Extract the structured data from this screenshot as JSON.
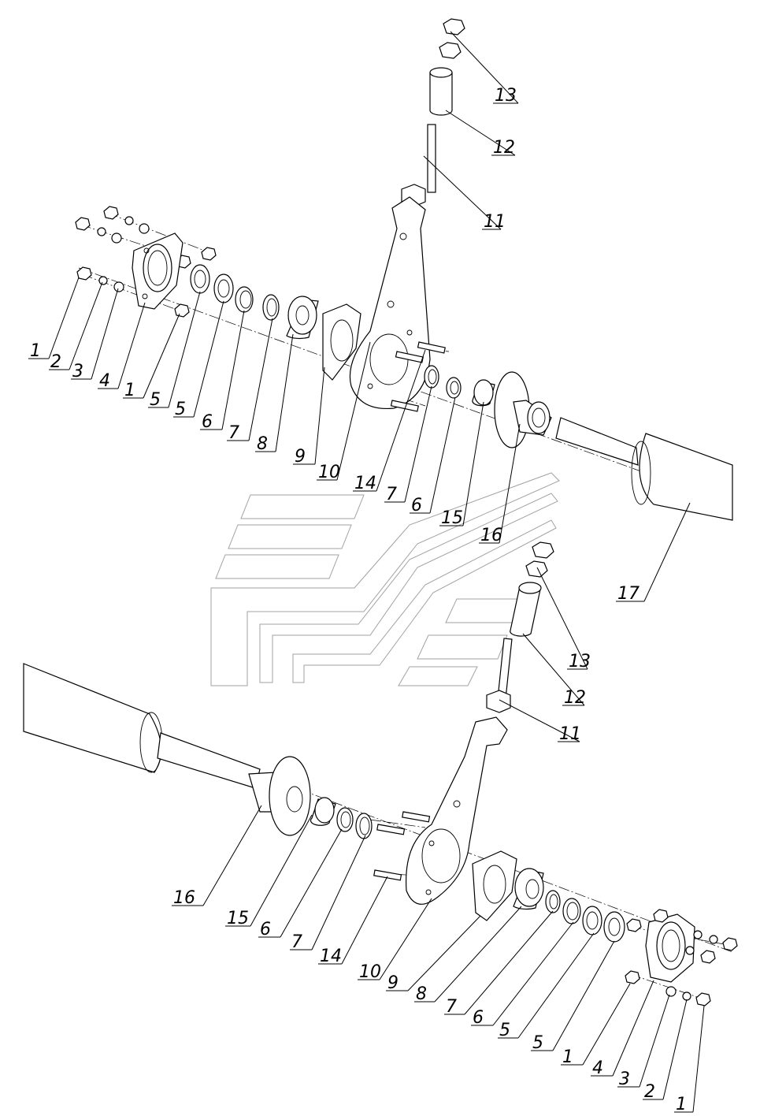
{
  "diagram": {
    "type": "exploded-assembly-drawing",
    "callouts_upper": [
      "1",
      "2",
      "3",
      "4",
      "1",
      "5",
      "5",
      "6",
      "7",
      "8",
      "9",
      "10",
      "14",
      "7",
      "6",
      "15",
      "16",
      "17",
      "11",
      "12",
      "13"
    ],
    "callouts_lower": [
      "16",
      "15",
      "6",
      "7",
      "14",
      "10",
      "9",
      "8",
      "7",
      "6",
      "5",
      "5",
      "1",
      "4",
      "3",
      "2",
      "1",
      "11",
      "12",
      "13"
    ]
  }
}
